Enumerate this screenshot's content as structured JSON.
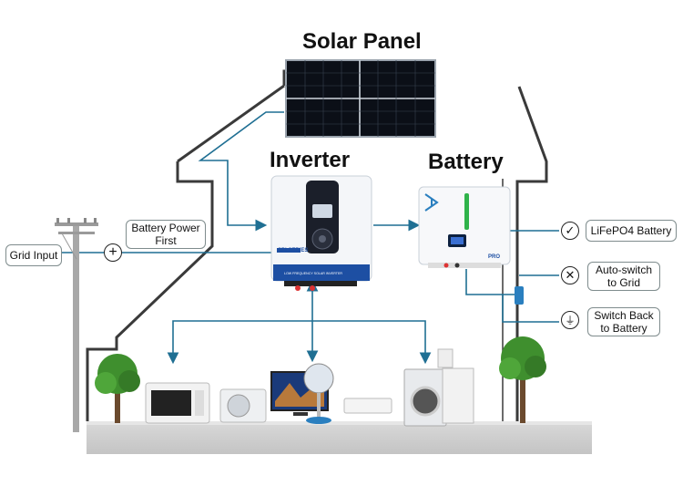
{
  "titles": {
    "solar_panel": "Solar Panel",
    "inverter": "Inverter",
    "battery": "Battery"
  },
  "labels": {
    "grid_input": "Grid Input",
    "battery_power_first_line1": "Battery Power",
    "battery_power_first_line2": "First",
    "lifepo4": "LiFePO4 Battery",
    "auto_switch_line1": "Auto-switch",
    "auto_switch_line2": "to Grid",
    "switch_back_line1": "Switch Back",
    "switch_back_line2": "to Battery"
  },
  "device_text": {
    "inverter_series": "SPI SERIES",
    "inverter_subtitle": "LOW FREQUENCY SOLAR INVERTER",
    "battery_badge": "PRO"
  },
  "colors": {
    "flow_line": "#1f6f93",
    "house_outline": "#3a3a3a",
    "inverter_blue": "#1d4fa3",
    "battery_screen": "#0d2140",
    "battery_green": "#2fb34a"
  },
  "icons": [
    "plus-circle-icon",
    "check-circle-icon",
    "x-circle-icon",
    "switch-back-icon"
  ]
}
